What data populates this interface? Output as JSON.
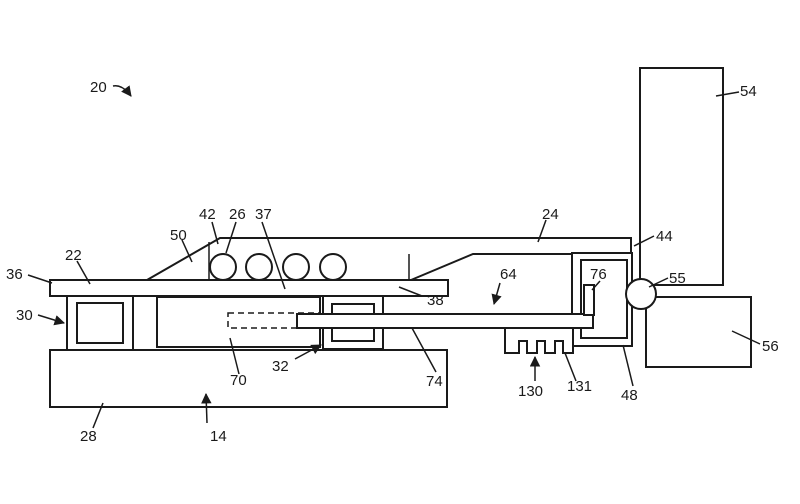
{
  "labels": {
    "l20": "20",
    "l54": "54",
    "l42": "42",
    "l26": "26",
    "l37": "37",
    "l24": "24",
    "l44": "44",
    "l50": "50",
    "l22": "22",
    "l64": "64",
    "l76": "76",
    "l55": "55",
    "l36": "36",
    "l38": "38",
    "l30": "30",
    "l56": "56",
    "l70": "70",
    "l32": "32",
    "l74": "74",
    "l130": "130",
    "l131": "131",
    "l48": "48",
    "l28": "28",
    "l14": "14"
  },
  "colors": {
    "stroke": "#1a1a1a",
    "background": "#ffffff"
  }
}
